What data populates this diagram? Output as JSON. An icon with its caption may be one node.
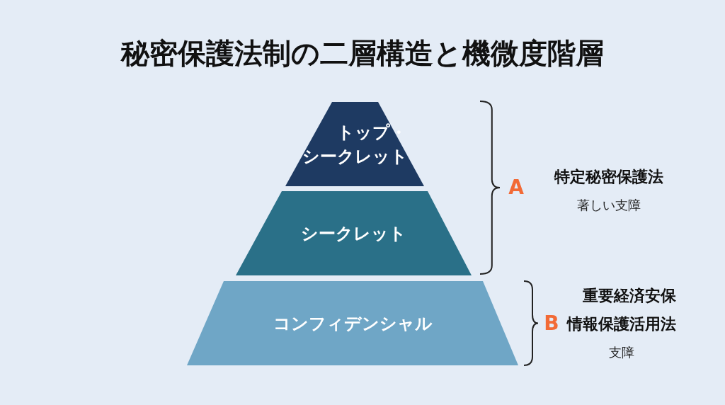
{
  "diagram": {
    "title": "秘密保護法制の二層構造と機微度階層",
    "nodes": [
      {
        "text": [
          "トップ・シークレット"
        ]
      },
      {
        "text": [
          "シークレット"
        ]
      },
      {
        "text": [
          "コンフィデンシャル"
        ]
      }
    ],
    "labels": [
      "A",
      "特定秘密保護法",
      "著しい支障",
      "B",
      "重要経済安保情報保護活用法",
      "支障"
    ]
  }
}
